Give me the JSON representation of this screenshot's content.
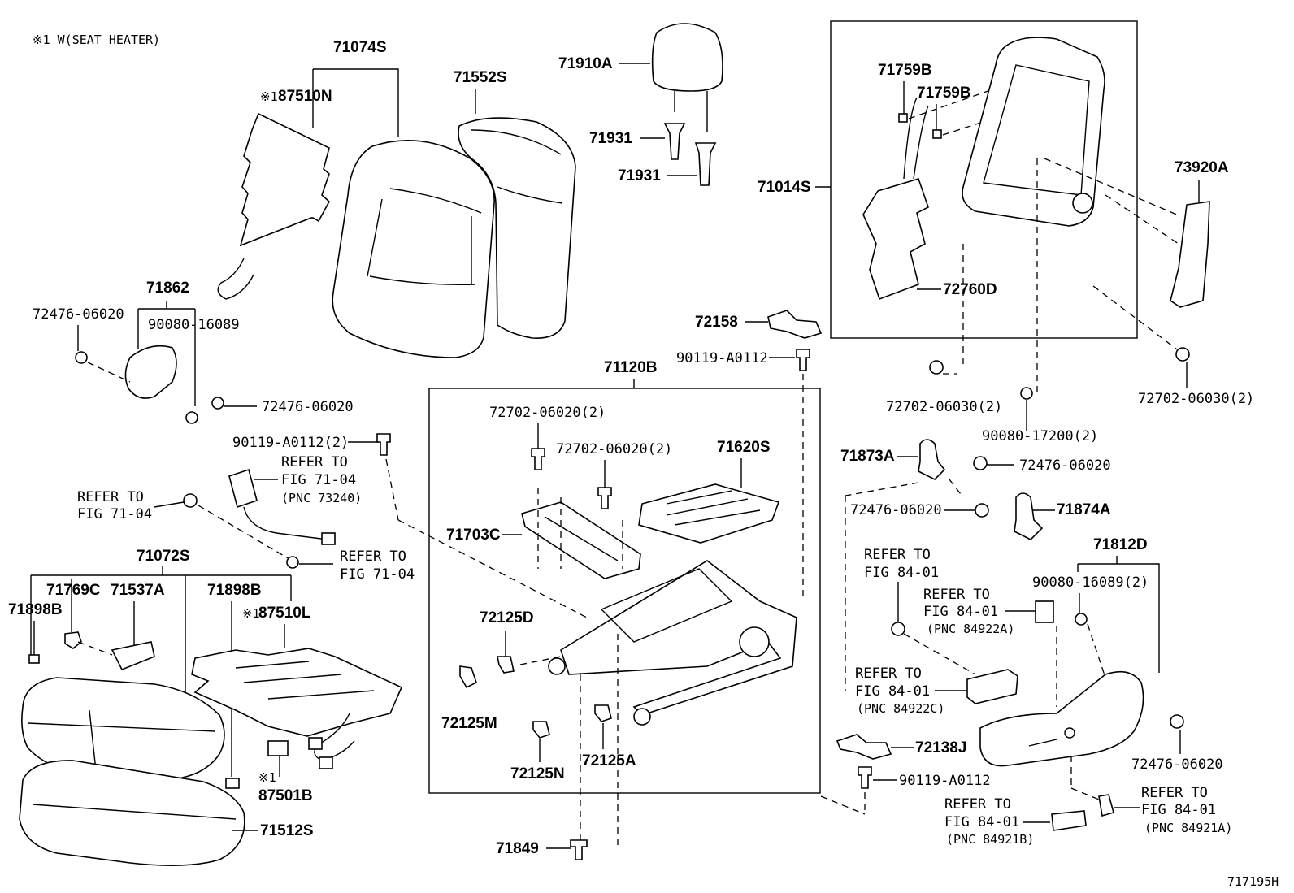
{
  "diagram": {
    "note_header": "※1 W(SEAT HEATER)",
    "drawing_number": "717195H",
    "labels": {
      "p71074S": "71074S",
      "p87510N": "87510N",
      "p87510N_mark": "※1",
      "p71552S": "71552S",
      "p71910A": "71910A",
      "p71931a": "71931",
      "p71931b": "71931",
      "p71862": "71862",
      "p72476a": "72476-06020",
      "p90080a": "90080-16089",
      "p72476b": "72476-06020",
      "p71014S": "71014S",
      "p71759Ba": "71759B",
      "p71759Bb": "71759B",
      "p73920A": "73920A",
      "p72760D": "72760D",
      "p72158": "72158",
      "p90119a": "90119-A0112",
      "p71120B": "71120B",
      "p72702a": "72702-06020(2)",
      "p72702b": "72702-06020(2)",
      "p71620S": "71620S",
      "p72702c": "72702-06030(2)",
      "p90080b": "90080-17200(2)",
      "p72702d": "72702-06030(2)",
      "p90119b": "90119-A0112(2)",
      "refer1a": "REFER TO",
      "refer1b": "FIG 71-04",
      "refer1c": "(PNC 73240)",
      "refer2a": "REFER TO",
      "refer2b": "FIG 71-04",
      "refer3a": "REFER TO",
      "refer3b": "FIG 71-04",
      "p71873A": "71873A",
      "p72476c": "72476-06020",
      "p72476d": "72476-06020",
      "p71874A": "71874A",
      "p71703C": "71703C",
      "p71072S": "71072S",
      "p71769C": "71769C",
      "p71537A": "71537A",
      "p71898Ba": "71898B",
      "p71898Bb": "71898B",
      "p87510L": "87510L",
      "p87510L_mark": "※1",
      "p72125D": "72125D",
      "p72125M": "72125M",
      "p72125N": "72125N",
      "p72125A": "72125A",
      "p87501B_mark": "※1",
      "p87501B": "87501B",
      "p71512S": "71512S",
      "p71849": "71849",
      "refer4a": "REFER TO",
      "refer4b": "FIG 84-01",
      "refer5a": "REFER TO",
      "refer5b": "FIG 84-01",
      "refer5c": "(PNC 84922A)",
      "p71812D": "71812D",
      "p90080c": "90080-16089(2)",
      "refer6a": "REFER TO",
      "refer6b": "FIG 84-01",
      "refer6c": "(PNC 84922C)",
      "p72138J": "72138J",
      "p72476e": "72476-06020",
      "p90119c": "90119-A0112",
      "refer7a": "REFER TO",
      "refer7b": "FIG 84-01",
      "refer7c": "(PNC 84921B)",
      "refer8a": "REFER TO",
      "refer8b": "FIG 84-01",
      "refer8c": "(PNC 84921A)"
    }
  }
}
